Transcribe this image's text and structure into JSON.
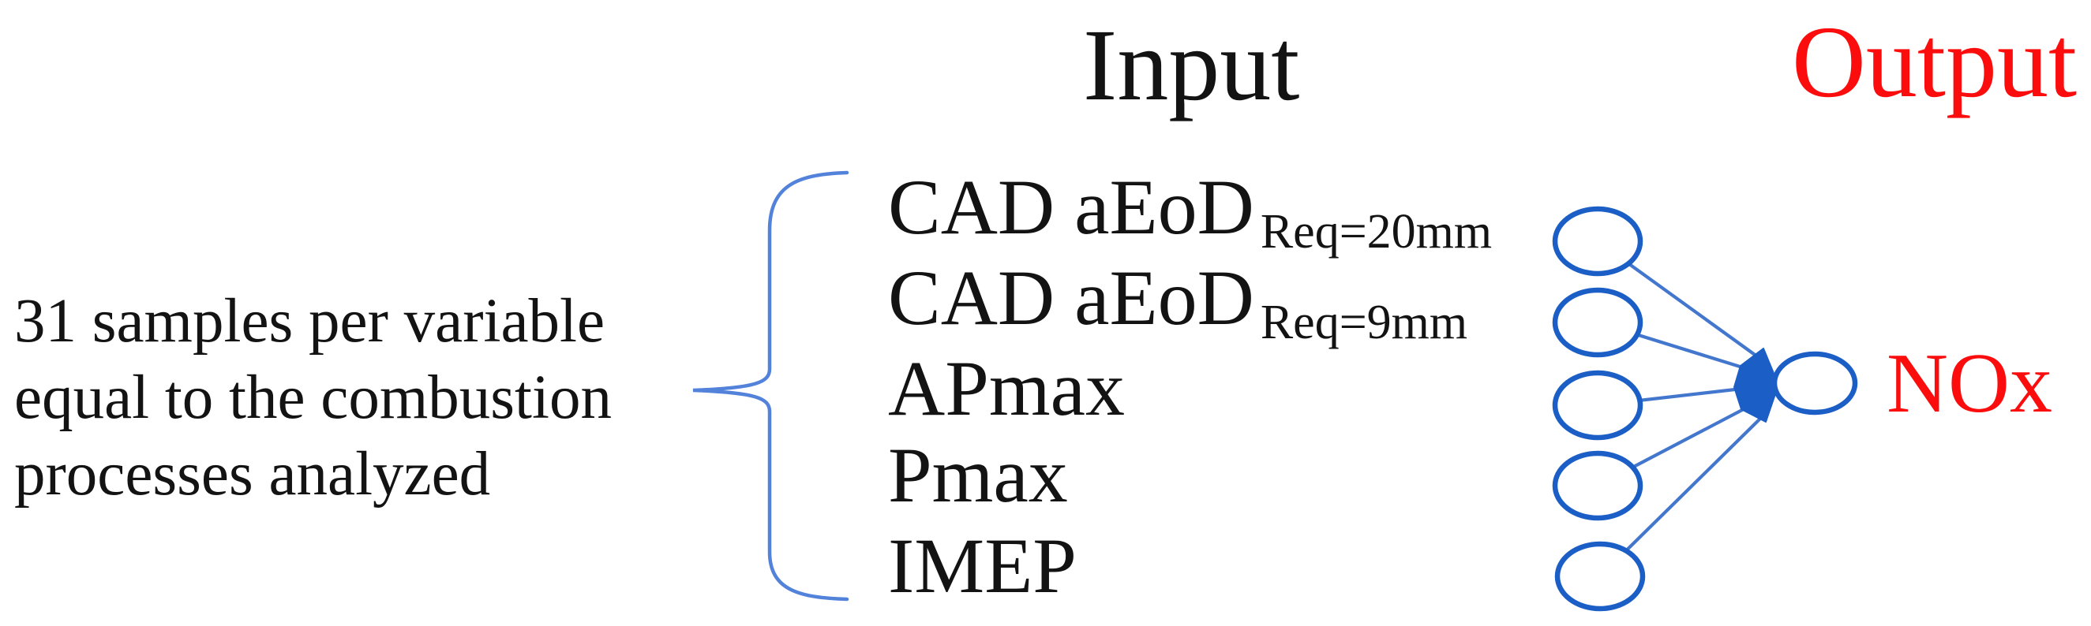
{
  "titles": {
    "input": "Input",
    "output": "Output"
  },
  "annotation": {
    "line1": "31 samples per variable",
    "line2": "equal to the combustion",
    "line3": "processes analyzed"
  },
  "inputs": [
    {
      "name": "CAD aEoD",
      "subscript": "Req=20mm"
    },
    {
      "name": "CAD aEoD",
      "subscript": "Req=9mm"
    },
    {
      "name": "APmax",
      "subscript": ""
    },
    {
      "name": "Pmax",
      "subscript": ""
    },
    {
      "name": "IMEP",
      "subscript": ""
    }
  ],
  "output": {
    "label": "NOx"
  },
  "network": {
    "input_node_count": 5,
    "output_node_count": 1,
    "connection_count": 5
  },
  "colors": {
    "node_blue": "#1B5EC6",
    "line_blue": "#4377CE",
    "brace_blue": "#5282DA",
    "title_red": "#FB0D0D",
    "ink": "#131313",
    "node_fill": "#FFFFFF"
  }
}
